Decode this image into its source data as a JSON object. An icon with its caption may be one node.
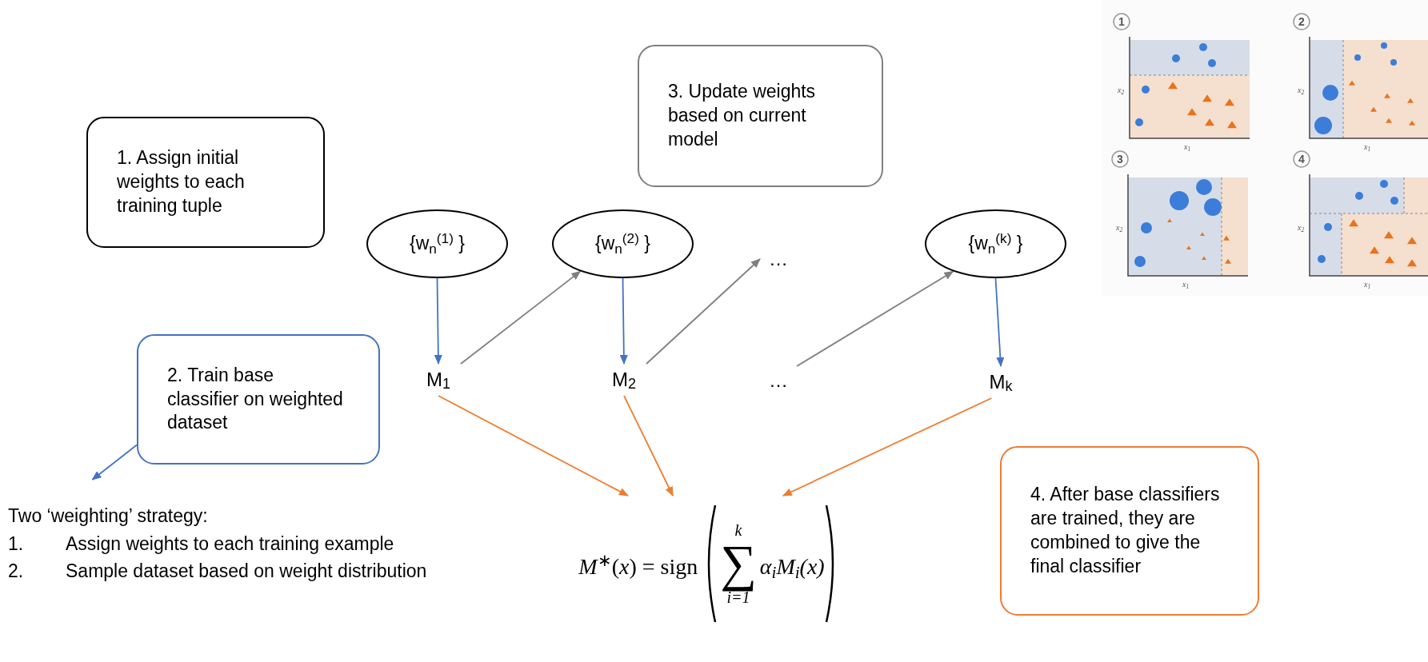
{
  "diagram": {
    "nodes": [
      {
        "text": [
          "1. Assign initial weights to each training tuple"
        ]
      },
      {
        "text": [
          "3. Update weights based on current model"
        ]
      },
      {
        "text": [
          "{w$_{n}$$^{(1)}$ }"
        ]
      },
      {
        "text": [
          "{w$_{n}$$^{(2)}$ }"
        ]
      },
      {
        "text": [
          "…"
        ]
      },
      {
        "text": [
          "{w$_{n}$$^{(k)}$ }"
        ]
      },
      {
        "text": [
          "M$_{1}$"
        ]
      },
      {
        "text": [
          "M$_{2}$"
        ]
      },
      {
        "text": [
          "…"
        ]
      },
      {
        "text": [
          "M$_{k}$"
        ]
      },
      {
        "text": [
          "2. Train base classifier on weighted dataset"
        ]
      },
      {
        "text": [
          "*M*$^{∗}$(*x*) = sign",
          "k",
          "∑",
          "i=1",
          "α$_{i}$M$_{i}$(x)"
        ]
      },
      {
        "text": [
          "4. After base classifiers are trained, they are combined to give the final classifier"
        ]
      },
      {
        "text": [
          "Two ‘weighting’ strategy:",
          "1.",
          "Assign weights to each training example",
          "2.",
          "Sample dataset based on weight distribution"
        ]
      }
    ],
    "edges": [
      {
        "from": 2,
        "to": 6,
        "arrow": "to"
      },
      {
        "from": 3,
        "to": 7,
        "arrow": "to"
      },
      {
        "from": 5,
        "to": 9,
        "arrow": "to"
      },
      {
        "from": 6,
        "to": 3,
        "arrow": "to",
        "color": "#7f7f7f"
      },
      {
        "from": 7,
        "to": 4,
        "arrow": "to",
        "color": "#7f7f7f"
      },
      {
        "from": 8,
        "to": 5,
        "arrow": "to",
        "color": "#7f7f7f"
      },
      {
        "from": 6,
        "to": 11,
        "arrow": "to",
        "color": "#ed7d31"
      },
      {
        "from": 7,
        "to": 11,
        "arrow": "to",
        "color": "#ed7d31"
      },
      {
        "from": 9,
        "to": 11,
        "arrow": "to",
        "color": "#ed7d31"
      },
      {
        "from": 10,
        "to": 13,
        "arrow": "to"
      }
    ],
    "labels": [
      "1",
      "x$_{2}$",
      "x$_{1}$",
      "2",
      "x$_{2}$",
      "x$_{1}$",
      "3",
      "x$_{2}$",
      "x$_{1}$",
      "4",
      "x$_{2}$",
      "x$_{1}$"
    ]
  }
}
